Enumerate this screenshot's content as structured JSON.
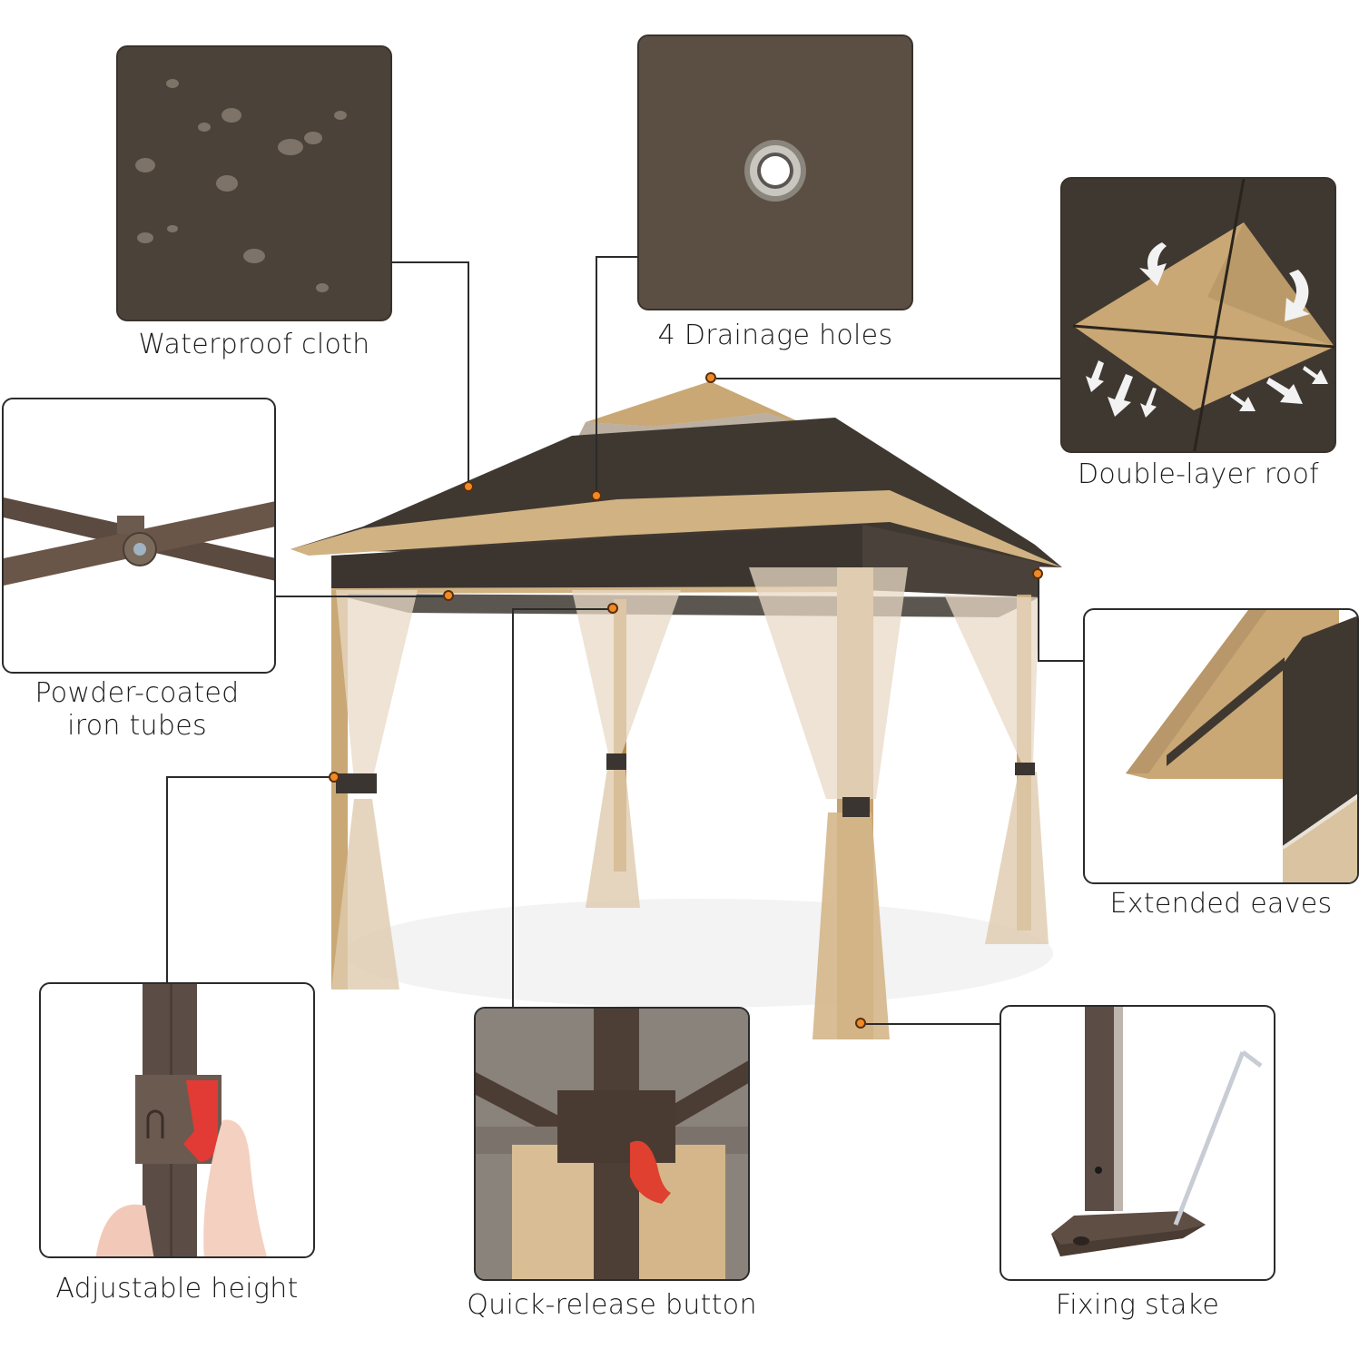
{
  "infographic": {
    "subject": "Pop-up gazebo with double-layer roof and mesh netting",
    "colors": {
      "canopy_dark": "#3f3831",
      "canopy_tan": "#c9a875",
      "frame": "#5b4a40",
      "callout_dot": "#f08a24",
      "button_red": "#e23a35",
      "line": "#2b2b2b"
    },
    "features": [
      {
        "id": "waterproof",
        "label": "Waterproof cloth"
      },
      {
        "id": "drainage",
        "label": "4 Drainage holes"
      },
      {
        "id": "double_roof",
        "label": "Double-layer roof"
      },
      {
        "id": "iron_tubes",
        "label_line1": "Powder-coated",
        "label_line2": "iron tubes"
      },
      {
        "id": "eaves",
        "label": "Extended eaves"
      },
      {
        "id": "height",
        "label": "Adjustable height"
      },
      {
        "id": "quick_release",
        "label": "Quick-release button"
      },
      {
        "id": "stake",
        "label": "Fixing stake"
      }
    ]
  }
}
